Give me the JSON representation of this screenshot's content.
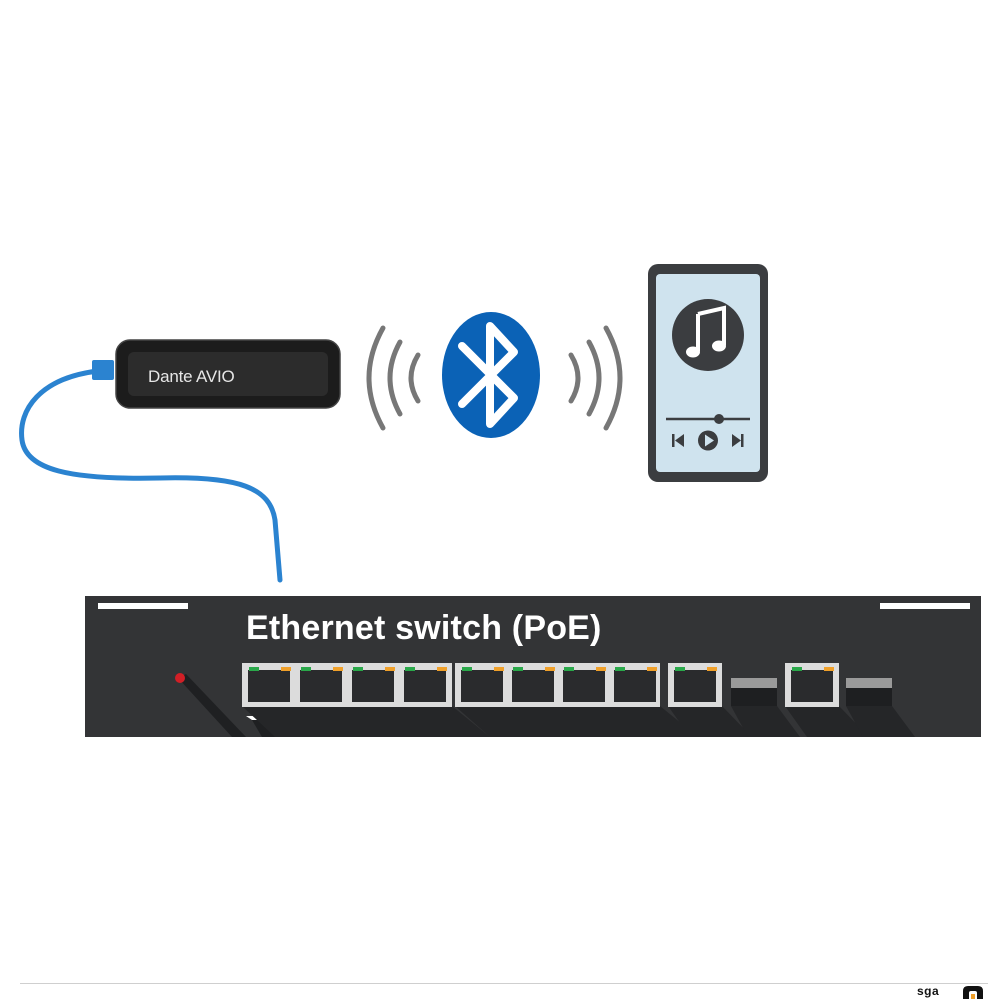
{
  "adapter": {
    "label": "Dante AVIO"
  },
  "switch": {
    "label": "Ethernet switch (PoE)"
  },
  "footer": {
    "brand": "sga"
  },
  "colors": {
    "cable": "#2b83d0",
    "switch_body": "#333436",
    "port_frame": "#dcdcdc",
    "led_green": "#2aa84a",
    "led_amber": "#f0a02a",
    "bluetooth": "#0b62b6",
    "phone_screen": "#cfe3ee",
    "power_led": "#d21f26"
  },
  "icons": [
    "bluetooth-icon",
    "music-note-icon",
    "previous-icon",
    "play-icon",
    "next-icon",
    "wifi-wave-icon"
  ]
}
